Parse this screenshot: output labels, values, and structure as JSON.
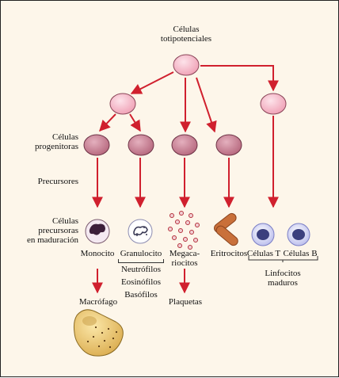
{
  "top": {
    "label_line1": "Células",
    "label_line2": "totipotenciales"
  },
  "rows": {
    "progenitoras_line1": "Células",
    "progenitoras_line2": "progenitoras",
    "precursores": "Precursores",
    "maduracion_line1": "Células",
    "maduracion_line2": "precursoras",
    "maduracion_line3": "en maduración"
  },
  "cells": {
    "monocito": "Monocito",
    "granulocito": "Granulocito",
    "megacariocitos_line1": "Megaca-",
    "megacariocitos_line2": "riocitos",
    "eritrocitos": "Eritrocitos",
    "celulas_t": "Células T",
    "celulas_b": "Células B"
  },
  "granulocyte_types": [
    "Neutrófilos",
    "Eosinófilos",
    "Basófilos"
  ],
  "mature": {
    "linfocitos_line1": "Linfocitos",
    "linfocitos_line2": "maduros",
    "macrofago": "Macrófago",
    "plaquetas": "Plaquetas"
  },
  "colors": {
    "background": "#fdf6ea",
    "arrow": "#d0202e",
    "stem_cell": "#f3b3c3",
    "progenitor": "#c57a8e",
    "lymphocyte_ring": "#c7c8ee",
    "lymphocyte_nucleus": "#3b3f7e",
    "erythrocyte": "#c9703a",
    "macrophage": "#e6c36a"
  }
}
